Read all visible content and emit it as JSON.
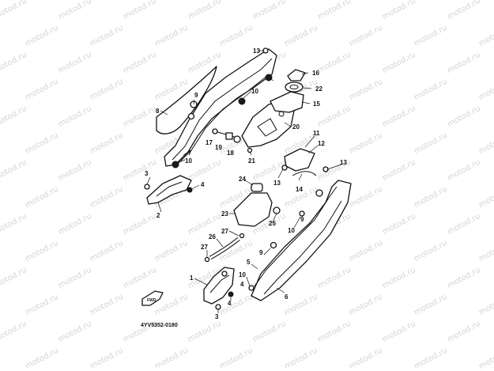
{
  "watermark": "motod.ru",
  "catalog_code": "4YV5352-0180",
  "fwd_label": "FWD",
  "callouts": {
    "c1": "1",
    "c2": "2",
    "c3a": "3",
    "c3b": "3",
    "c4a": "4",
    "c4b": "4",
    "c5": "5",
    "c6": "6",
    "c7": "7",
    "c8": "8",
    "c9a": "9",
    "c9b": "9",
    "c10a": "10",
    "c10b": "10",
    "c10c": "10",
    "c10d": "10",
    "c11": "11",
    "c12": "12",
    "c13a": "13",
    "c13b": "13",
    "c13c": "13",
    "c14": "14",
    "c15": "15",
    "c16": "16",
    "c17": "17",
    "c18": "18",
    "c19": "19",
    "c20": "20",
    "c21": "21",
    "c22": "22",
    "c23": "23",
    "c24": "24",
    "c25": "25",
    "c26": "26",
    "c27a": "27",
    "c27b": "27"
  }
}
